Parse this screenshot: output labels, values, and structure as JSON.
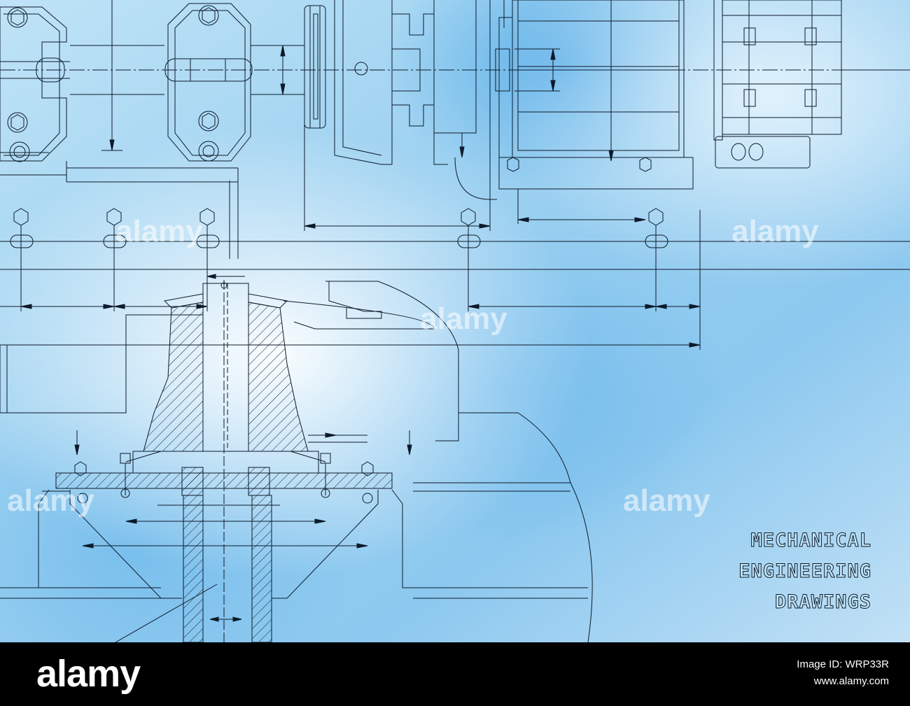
{
  "title": {
    "line1": "MECHANICAL",
    "line2": "ENGINEERING",
    "line3": "DRAWINGS"
  },
  "watermark": {
    "text": "alamy"
  },
  "footer": {
    "logo": "alamy",
    "image_id_line": "Image ID: WRP33R",
    "site": "www.alamy.com"
  },
  "colors": {
    "line": "#0d1a2a",
    "bg_light": "#e9f6fc",
    "bg_mid": "#aed8f2",
    "bg_deep": "#6cb6ea",
    "footer": "#000000"
  }
}
